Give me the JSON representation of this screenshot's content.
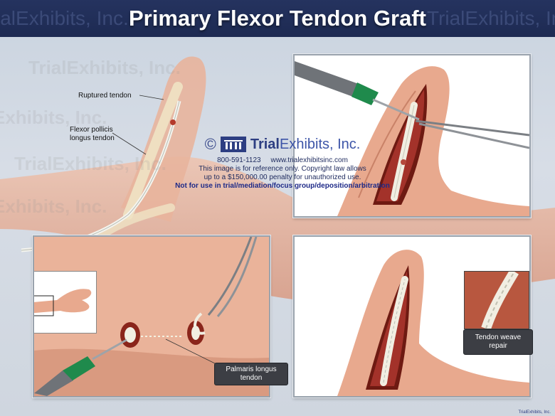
{
  "banner": {
    "title": "Primary Flexor Tendon Graft",
    "watermark_left": "ialExhibits, Inc.",
    "watermark_right": "TrialExhibits, Inc."
  },
  "watermark": {
    "text_a": "TrialExhibits, Inc.",
    "text_b": "Exhibits, Inc."
  },
  "labels": {
    "ruptured_tendon": "Ruptured tendon",
    "flexor_line1": "Flexor pollicis",
    "flexor_line2": "longus tendon",
    "palmaris_line1": "Palmaris longus",
    "palmaris_line2": "tendon",
    "weave_repair": "Tendon weave repair"
  },
  "copyright": {
    "symbol": "©",
    "logo_bold": "Trial",
    "logo_rest": "Exhibits, Inc.",
    "phone": "800-591-1123",
    "website": "www.trialexhibitsinc.com",
    "notice_line1": "This image is for reference only. Copyright law allows",
    "notice_line2": "up to a $150,000.00 penalty for unauthorized use.",
    "warning": "Not for use in trial/mediation/focus group/deposition/arbitration"
  },
  "footer": {
    "logo_text": "TrialExhibits, Inc."
  },
  "colors": {
    "banner": "#1d2a52",
    "skin": "#e9a98c",
    "skin_shadow": "#c98268",
    "tendon": "#f0f2ea",
    "wound": "#7a1c14",
    "instrument_green": "#1f8a4c"
  }
}
